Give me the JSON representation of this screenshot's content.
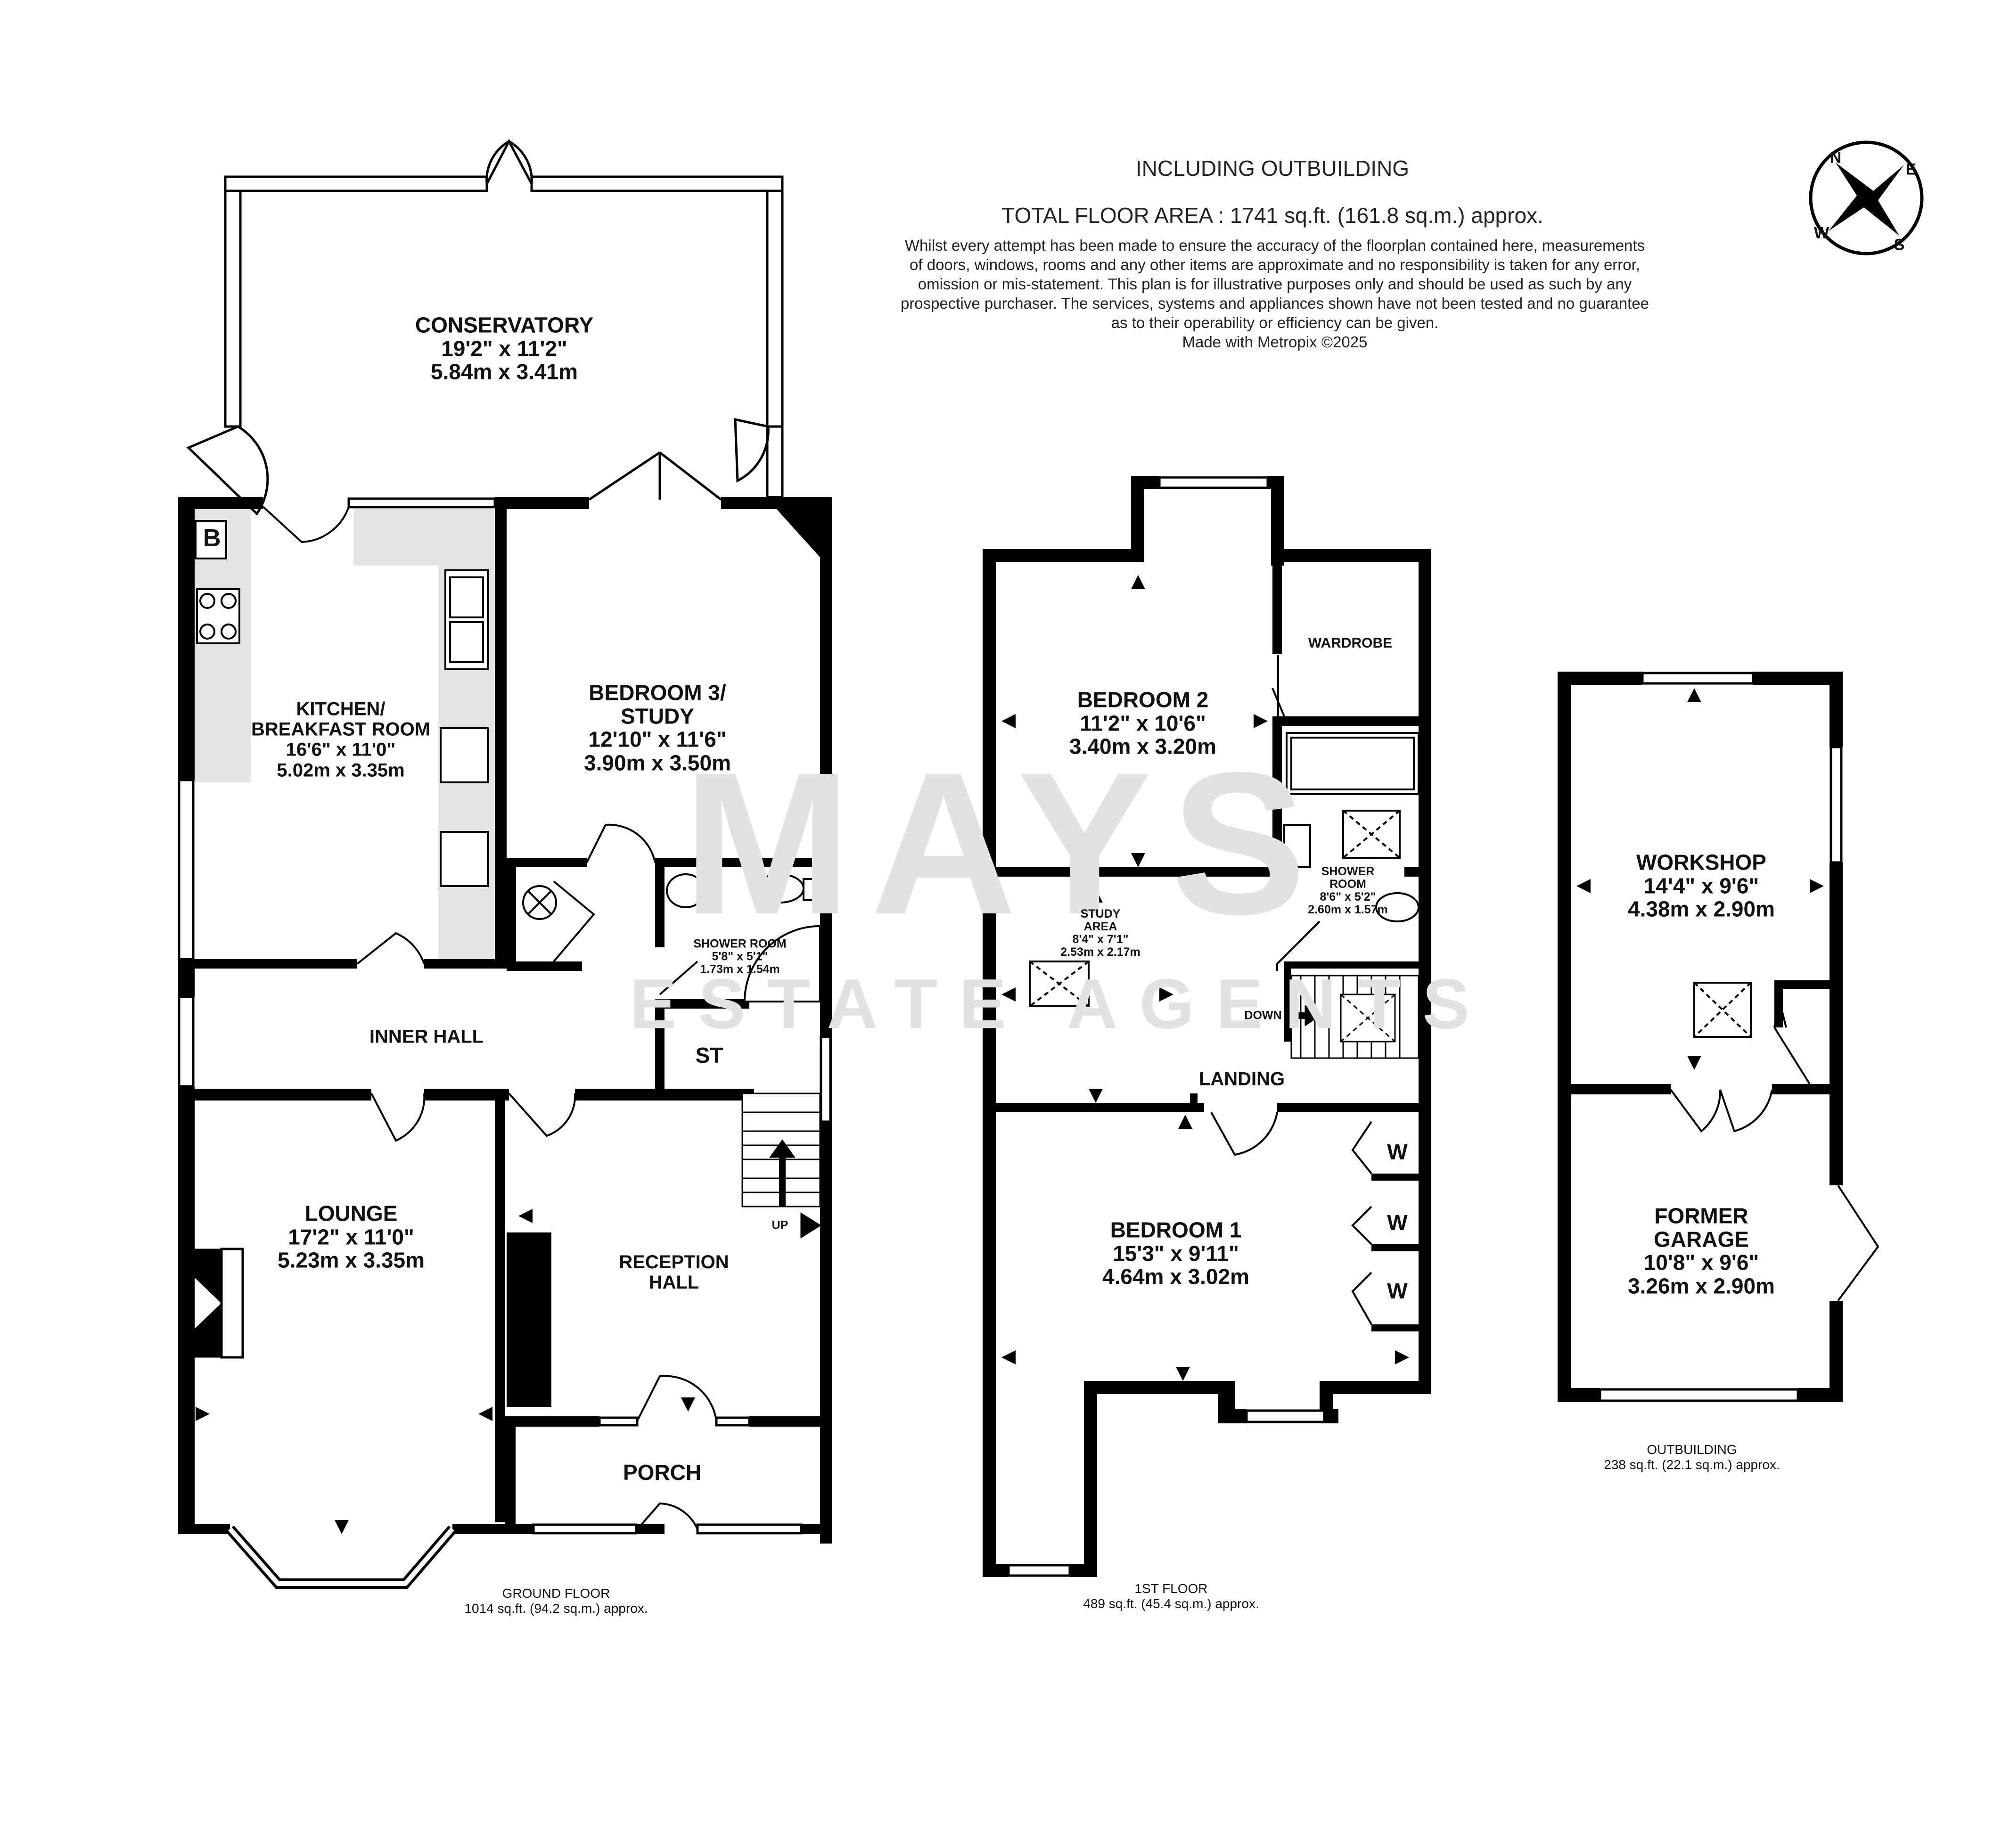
{
  "header": {
    "including": "INCLUDING OUTBUILDING",
    "total_area": "TOTAL FLOOR AREA : 1741 sq.ft. (161.8 sq.m.) approx.",
    "disclaimer": [
      "Whilst every attempt has been made to ensure the accuracy of the floorplan contained here, measurements",
      "of doors, windows, rooms and any other items are approximate and no responsibility is taken for any error,",
      "omission or mis-statement. This plan is for illustrative purposes only and should be used as such by any",
      "prospective purchaser. The services, systems and appliances shown have not been tested and no guarantee",
      "as to their operability or efficiency can be given.",
      "Made with Metropix ©2025"
    ]
  },
  "watermark": {
    "main": "MAYS",
    "sub": "ESTATE AGENTS"
  },
  "compass": {
    "n": "N",
    "e": "E",
    "s": "S",
    "w": "W"
  },
  "colors": {
    "wall": "#000000",
    "window_fill": "#ffffff",
    "shading": "#e3e3e3",
    "watermark": "#e2e2e2"
  },
  "ground_floor": {
    "label": "GROUND FLOOR",
    "area": "1014 sq.ft. (94.2 sq.m.) approx.",
    "rooms": {
      "conservatory": {
        "name": "CONSERVATORY",
        "imperial": "19'2\" x 11'2\"",
        "metric": "5.84m x 3.41m"
      },
      "kitchen": {
        "name1": "KITCHEN/",
        "name2": "BREAKFAST ROOM",
        "imperial": "16'6\" x 11'0\"",
        "metric": "5.02m x 3.35m"
      },
      "bedroom3": {
        "name1": "BEDROOM 3/",
        "name2": "STUDY",
        "imperial": "12'10\" x 11'6\"",
        "metric": "3.90m x 3.50m"
      },
      "shower_room": {
        "name": "SHOWER ROOM",
        "imperial": "5'8\" x 5'1\"",
        "metric": "1.73m x 1.54m"
      },
      "inner_hall": {
        "name": "INNER HALL"
      },
      "store": {
        "name": "ST"
      },
      "lounge": {
        "name": "LOUNGE",
        "imperial": "17'2\" x 11'0\"",
        "metric": "5.23m x 3.35m"
      },
      "reception_hall": {
        "name1": "RECEPTION",
        "name2": "HALL"
      },
      "porch": {
        "name": "PORCH"
      }
    },
    "boiler": "B",
    "stairs_up": "UP"
  },
  "first_floor": {
    "label": "1ST FLOOR",
    "area": "489 sq.ft. (45.4 sq.m.) approx.",
    "rooms": {
      "bedroom2": {
        "name": "BEDROOM 2",
        "imperial": "11'2\" x 10'6\"",
        "metric": "3.40m x 3.20m"
      },
      "wardrobe": {
        "name": "WARDROBE"
      },
      "shower_room": {
        "name1": "SHOWER",
        "name2": "ROOM",
        "imperial": "8'6\" x 5'2\"",
        "metric": "2.60m x 1.57m"
      },
      "study_area": {
        "name1": "STUDY",
        "name2": "AREA",
        "imperial": "8'4\" x 7'1\"",
        "metric": "2.53m x 2.17m"
      },
      "landing": {
        "name": "LANDING"
      },
      "bedroom1": {
        "name": "BEDROOM 1",
        "imperial": "15'3\" x 9'11\"",
        "metric": "4.64m x 3.02m"
      }
    },
    "wardrobes": [
      "W",
      "W",
      "W"
    ],
    "stairs_down": "DOWN"
  },
  "outbuilding": {
    "label": "OUTBUILDING",
    "area": "238 sq.ft. (22.1 sq.m.) approx.",
    "rooms": {
      "workshop": {
        "name": "WORKSHOP",
        "imperial": "14'4\" x 9'6\"",
        "metric": "4.38m x 2.90m"
      },
      "former_garage": {
        "name1": "FORMER",
        "name2": "GARAGE",
        "imperial": "10'8\" x 9'6\"",
        "metric": "3.26m x 2.90m"
      }
    }
  }
}
